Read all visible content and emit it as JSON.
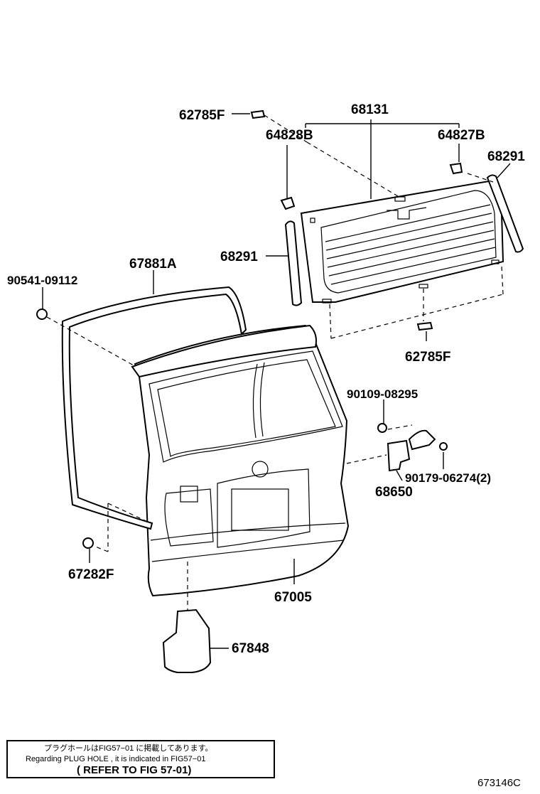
{
  "labels": {
    "p62785f_top": "62785F",
    "p68131": "68131",
    "p64828b": "64828B",
    "p64827b": "64827B",
    "p68291_right": "68291",
    "p68291_left": "68291",
    "p67881a": "67881A",
    "p90541": "90541-09112",
    "p62785f_bottom": "62785F",
    "p90109": "90109-08295",
    "p90179": "90179-06274(2)",
    "p68650": "68650",
    "p67282f": "67282F",
    "p67005": "67005",
    "p67848": "67848"
  },
  "note": {
    "line1": "プラグホールはFIG57−01 に掲載してあります。",
    "line2": "Regarding  PLUG  HOLE  ,  it  is  indicated  in  FIG57−01",
    "line3": "( REFER TO FIG 57-01)"
  },
  "figure_code": "673146C"
}
